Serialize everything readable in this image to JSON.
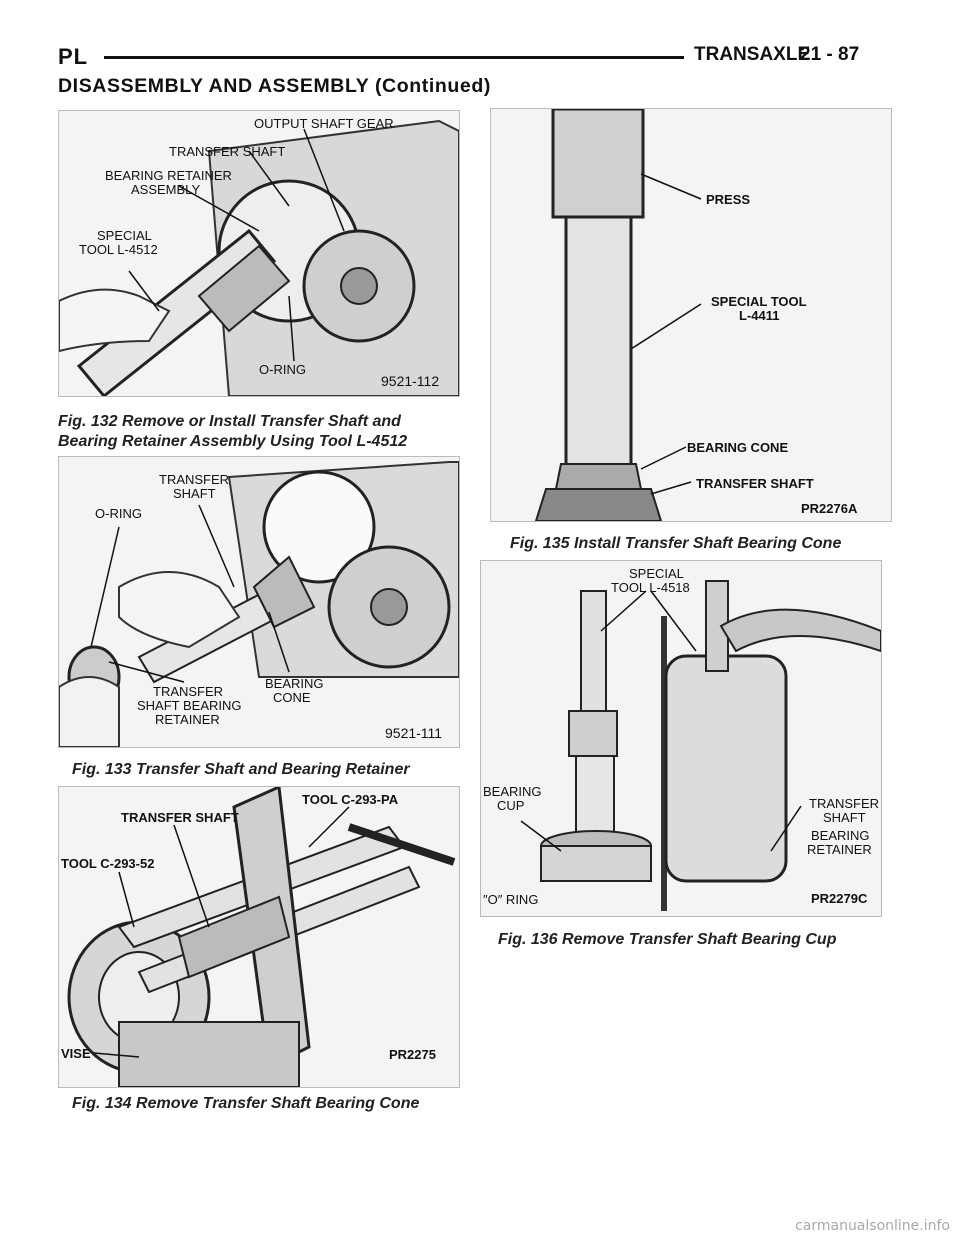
{
  "header": {
    "left": "PL",
    "section_name": "TRANSAXLE",
    "page_number": "21 - 87"
  },
  "section_title": "DISASSEMBLY AND ASSEMBLY (Continued)",
  "figures": {
    "fig132": {
      "labels": {
        "output_shaft_gear": "OUTPUT SHAFT GEAR",
        "transfer_shaft": "TRANSFER SHAFT",
        "bearing_retainer_1": "BEARING RETAINER",
        "bearing_retainer_2": "ASSEMBLY",
        "special_1": "SPECIAL",
        "special_2": "TOOL L-4512",
        "o_ring": "O-RING",
        "number": "9521-112"
      },
      "caption_1": "Fig. 132 Remove or Install Transfer Shaft and",
      "caption_2": "Bearing Retainer Assembly Using Tool L-4512"
    },
    "fig133": {
      "labels": {
        "transfer_1": "TRANSFER",
        "transfer_2": "SHAFT",
        "o_ring": "O-RING",
        "retainer_1": "TRANSFER",
        "retainer_2": "SHAFT BEARING",
        "retainer_3": "RETAINER",
        "cone_1": "BEARING",
        "cone_2": "CONE",
        "number": "9521-111"
      },
      "caption": "Fig. 133 Transfer Shaft and Bearing Retainer"
    },
    "fig134": {
      "labels": {
        "tool_pa": "TOOL C-293-PA",
        "transfer_shaft": "TRANSFER SHAFT",
        "tool_52": "TOOL C-293-52",
        "vise": "VISE",
        "number": "PR2275"
      },
      "caption": "Fig. 134 Remove Transfer Shaft Bearing Cone"
    },
    "fig135": {
      "labels": {
        "press": "PRESS",
        "special_1": "SPECIAL TOOL",
        "special_2": "L-4411",
        "bearing_cone": "BEARING CONE",
        "transfer_shaft": "TRANSFER SHAFT",
        "number": "PR2276A"
      },
      "caption": "Fig. 135 Install Transfer Shaft Bearing Cone"
    },
    "fig136": {
      "labels": {
        "special_1": "SPECIAL",
        "special_2": "TOOL L-4518",
        "bearing_1": "BEARING",
        "bearing_2": "CUP",
        "o_ring": "″O″ RING",
        "retainer_1": "TRANSFER",
        "retainer_2": "SHAFT",
        "retainer_3": "BEARING",
        "retainer_4": "RETAINER",
        "number": "PR2279C"
      },
      "caption": "Fig. 136 Remove Transfer Shaft Bearing Cup"
    }
  },
  "footer": "carmanualsonline.info"
}
